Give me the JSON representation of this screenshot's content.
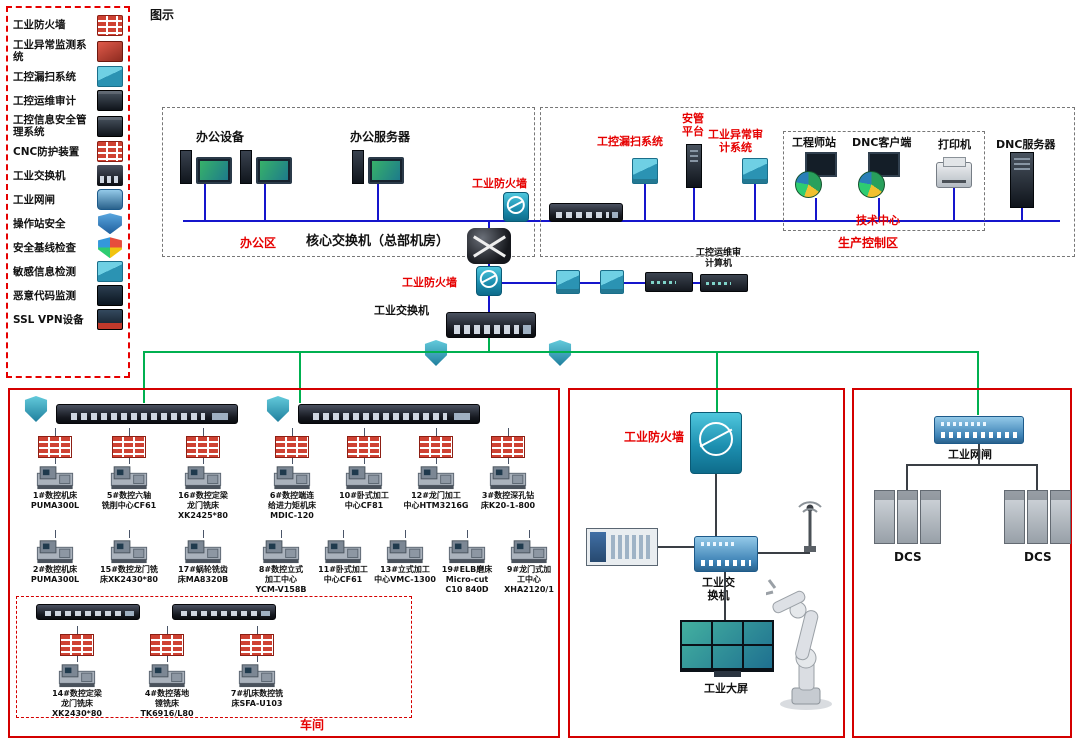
{
  "colors": {
    "zone_border_red": "#d40000",
    "label_red": "#e60000",
    "line_blue": "#1515cc",
    "line_green": "#00b050",
    "device_teal": "#1d8fb0"
  },
  "legend": {
    "title": "图示",
    "items": [
      {
        "label": "工业防火墙",
        "icon": "firewall"
      },
      {
        "label": "工业异常监测系统",
        "icon": "anomaly"
      },
      {
        "label": "工控漏扫系统",
        "icon": "scanner"
      },
      {
        "label": "工控运维审计",
        "icon": "audit"
      },
      {
        "label": "工控信息安全管理系统",
        "icon": "mgmt"
      },
      {
        "label": "CNC防护装置",
        "icon": "cnc"
      },
      {
        "label": "工业交换机",
        "icon": "switchicon"
      },
      {
        "label": "工业网闸",
        "icon": "gatewayicon"
      },
      {
        "label": "操作站安全",
        "icon": "station"
      },
      {
        "label": "安全基线检查",
        "icon": "baseline"
      },
      {
        "label": "敏感信息检测",
        "icon": "sensitive"
      },
      {
        "label": "恶意代码监测",
        "icon": "malware"
      },
      {
        "label": "SSL VPN设备",
        "icon": "vpn"
      }
    ]
  },
  "office": {
    "devices_label": "办公设备",
    "server_label": "办公服务器",
    "zone_label": "办公区",
    "core_switch_label": "核心交换机（总部机房）"
  },
  "core": {
    "firewall_top_label": "工业防火墙",
    "firewall_mid_label": "工业防火墙",
    "switch_label": "工业交换机",
    "ops_audit_label": "工控运维审\n计算机"
  },
  "production": {
    "vuln_scan_label": "工控漏扫系统",
    "platform_label": "安管\n平台",
    "anomaly_audit_label": "工业异常审\n计系统",
    "engineer_label": "工程师站",
    "dnc_client_label": "DNC客户端",
    "printer_label": "打印机",
    "dnc_server_label": "DNC服务器",
    "tech_center_label": "技术中心",
    "zone_label": "生产控制区"
  },
  "workshop": {
    "zone_label": "车间",
    "group_a_row1": [
      "1#数控机床\nPUMA300L",
      "5#数控六轴\n铣削中心CF61",
      "16#数控定梁\n龙门铣床\nXK2425*80"
    ],
    "group_a_row2": [
      "2#数控机床\nPUMA300L",
      "15#数控龙门铣\n床XK2430*80",
      "17#蜗轮铣齿\n床MA8320B"
    ],
    "group_b_row1": [
      "6#数控端连\n给进力矩机床\nMDIC-120",
      "10#卧式加工\n中心CF81",
      "12#龙门加工\n中心HTM3216G",
      "3#数控深孔钻\n床K20-1-800"
    ],
    "group_b_row2": [
      "8#数控立式\n加工中心\nYCM-V158B",
      "11#卧式加工\n中心CF61",
      "13#立式加工\n中心VMC-1300",
      "19#ELB磨床\nMicro-cut\nC10 840D",
      "9#龙门式加\n工中心\nXHA2120/1"
    ],
    "group_c_row1": [
      "14#数控定梁\n龙门铣床\nXK2430*80",
      "4#数控落地\n镗铣床\nTK6916/L80",
      "7#机床数控铣\n床SFA-U103"
    ]
  },
  "middle": {
    "firewall_label": "工业防火墙",
    "switch_label": "工业交\n换机",
    "screen_label": "工业大屏"
  },
  "gateway": {
    "gateway_label": "工业网闸",
    "dcs_left_label": "DCS",
    "dcs_right_label": "DCS"
  }
}
